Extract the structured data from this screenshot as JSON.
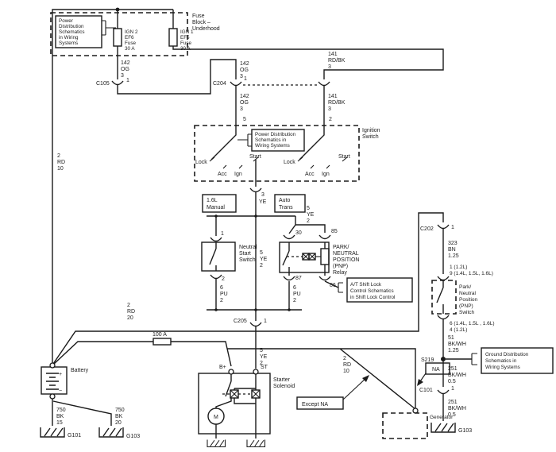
{
  "colors": {
    "ink": "#1b1b1b",
    "background": "#ffffff"
  },
  "fuse_block": {
    "title": [
      "Fuse",
      "Block –",
      "Underhood"
    ],
    "ref_box": [
      "Power",
      "Distribution",
      "Schematics",
      "in Wiring",
      "Systems"
    ],
    "fuse_ign2": [
      "IGN 2",
      "EF6",
      "Fuse",
      "30 A"
    ],
    "fuse_ign1": [
      "IGN 1",
      "EF5",
      "Fuse",
      "30 A"
    ]
  },
  "connectors": {
    "c105": "C105",
    "c105_pin": "1",
    "c204": "C204",
    "c204_pin1": "1",
    "c204_pin5": "5",
    "c204_pin2": "2",
    "c205": "C205",
    "c205_pin": "1",
    "c202": "C202",
    "c202_pin": "1",
    "c101": "C101",
    "c101_pin": "1",
    "s219": "S219"
  },
  "wires": {
    "v142": [
      "142",
      "OG",
      "3"
    ],
    "v141": [
      "141",
      "RD/BK",
      "3"
    ],
    "v2rd10": [
      "2",
      "RD",
      "10"
    ],
    "v3ye": [
      "3",
      "YE"
    ],
    "v5ye2": [
      "5",
      "YE",
      "2"
    ],
    "v6pu2": [
      "6",
      "PU",
      "2"
    ],
    "v2rd20": [
      "2",
      "RD",
      "20"
    ],
    "v750bk15": [
      "750",
      "BK",
      "15"
    ],
    "v750bk20": [
      "750",
      "BK",
      "20"
    ],
    "v323": [
      "323",
      "BN",
      "1.25"
    ],
    "v51": [
      "51",
      "BK/WH",
      "1.25"
    ],
    "v251": [
      "251",
      "BK/WH",
      "0.5"
    ],
    "fusible_link": "100 A"
  },
  "ignition": {
    "title": [
      "Ignition",
      "Switch"
    ],
    "ref_box": [
      "Power Distribution",
      "Schematics in",
      "Wiring Systems"
    ],
    "lock": "Lock",
    "acc": "Acc",
    "ign": "Ign",
    "start": "Start"
  },
  "trans": {
    "manual": [
      "1.6L",
      "Manual"
    ],
    "auto": [
      "Auto",
      "Trans"
    ],
    "nss": [
      "Neutral",
      "Start",
      "Switch"
    ],
    "nss_pin1": "1",
    "nss_pin2": "2"
  },
  "relay": {
    "title": [
      "PARK/",
      "NEUTRAL",
      "POSITION",
      "(PNP)",
      "Relay"
    ],
    "pin30": "30",
    "pin85": "85",
    "pin87": "87",
    "pin86": "86",
    "shift_lock_ref": [
      "A/T Shift Lock",
      "Control Schematics",
      "in Shift Lock Control"
    ]
  },
  "battery": {
    "label": "Battery",
    "plus": "+",
    "minus": "−"
  },
  "starter": {
    "title": [
      "Starter",
      "Solenoid"
    ],
    "bplus": "B+",
    "st": "ST",
    "motor": "M"
  },
  "generator": {
    "label": "Generator",
    "na": "NA",
    "except_na": "Except NA"
  },
  "pnp_switch": {
    "pins_top": [
      "1 (1.2L)",
      "9 (1.4L, 1.5L, 1.6L)"
    ],
    "title": [
      "Park/",
      "Neutral",
      "Position",
      "(PNP)",
      "Switch"
    ],
    "pins_bottom": [
      "6 (1.4L, 1.5L , 1.6L)",
      "4 (1.2L)"
    ]
  },
  "ground_ref": [
    "Ground Distribution",
    "Schematics in",
    "Wiring Systems"
  ],
  "grounds": {
    "g101": "G101",
    "g103_left": "G103",
    "g103_right": "G103"
  }
}
